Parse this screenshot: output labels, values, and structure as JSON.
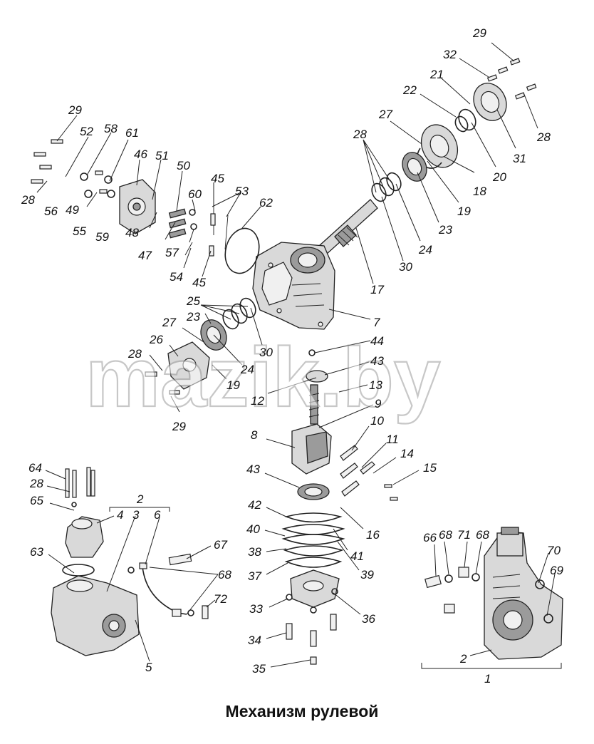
{
  "caption": "Механизм рулевой",
  "watermark": "mazik.by",
  "labels": {
    "l29a": "29",
    "l32": "32",
    "l21": "21",
    "l22": "22",
    "l28a": "28",
    "l31": "31",
    "l20": "20",
    "l27a": "27",
    "l28b": "28",
    "l18": "18",
    "l19a": "19",
    "l23a": "23",
    "l24a": "24",
    "l30a": "30",
    "l17": "17",
    "l7": "7",
    "l62": "62",
    "l53": "53",
    "l45a": "45",
    "l45b": "45",
    "l60": "60",
    "l50": "50",
    "l51": "51",
    "l46": "46",
    "l61": "61",
    "l58": "58",
    "l52": "52",
    "l29b": "29",
    "l28c": "28",
    "l56": "56",
    "l49": "49",
    "l55": "55",
    "l59": "59",
    "l48": "48",
    "l47": "47",
    "l57": "57",
    "l54": "54",
    "l25": "25",
    "l23b": "23",
    "l27b": "27",
    "l26": "26",
    "l28d": "28",
    "l24b": "24",
    "l30b": "30",
    "l19b": "19",
    "l29c": "29",
    "l44": "44",
    "l43a": "43",
    "l12": "12",
    "l13": "13",
    "l9": "9",
    "l10": "10",
    "l8": "8",
    "l11": "11",
    "l14": "14",
    "l15": "15",
    "l16": "16",
    "l43b": "43",
    "l42": "42",
    "l40": "40",
    "l41": "41",
    "l38": "38",
    "l39": "39",
    "l37": "37",
    "l36": "36",
    "l33": "33",
    "l34": "34",
    "l35": "35",
    "l64": "64",
    "l28e": "28",
    "l65": "65",
    "l2a": "2",
    "l4": "4",
    "l3": "3",
    "l6": "6",
    "l63": "63",
    "l67": "67",
    "l68a": "68",
    "l72": "72",
    "l5": "5",
    "l66": "66",
    "l68b": "68",
    "l71": "71",
    "l68c": "68",
    "l70": "70",
    "l69": "69",
    "l2b": "2",
    "l1": "1"
  }
}
